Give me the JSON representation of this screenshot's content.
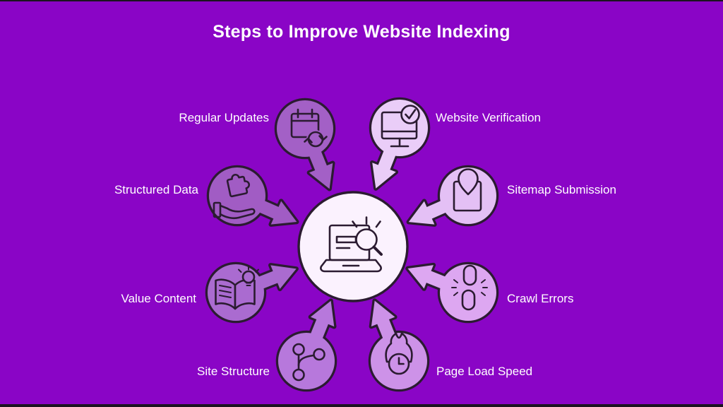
{
  "title": "Steps to Improve Website Indexing",
  "colors": {
    "background": "#8A05C6",
    "edge_bar": "#1B1420",
    "outline": "#2B1B31",
    "center_fill": "#FBF2FE",
    "label_text": "#FFFFFF"
  },
  "center": {
    "icon": "laptop-search-icon"
  },
  "nodes": [
    {
      "id": "regular-updates",
      "label": "Regular Updates",
      "icon": "calendar-refresh-icon",
      "fill": "#A360C6"
    },
    {
      "id": "website-verification",
      "label": "Website Verification",
      "icon": "monitor-check-icon",
      "fill": "#EACDF8"
    },
    {
      "id": "structured-data",
      "label": "Structured Data",
      "icon": "hand-puzzle-icon",
      "fill": "#A15CC4"
    },
    {
      "id": "sitemap-submission",
      "label": "Sitemap Submission",
      "icon": "box-location-pin-icon",
      "fill": "#E4C0F5"
    },
    {
      "id": "value-content",
      "label": "Value Content",
      "icon": "open-book-bulb-icon",
      "fill": "#AA6BD0"
    },
    {
      "id": "crawl-errors",
      "label": "Crawl Errors",
      "icon": "broken-link-icon",
      "fill": "#DDA7F1"
    },
    {
      "id": "site-structure",
      "label": "Site Structure",
      "icon": "branch-nodes-icon",
      "fill": "#B778DC"
    },
    {
      "id": "page-load-speed",
      "label": "Page Load Speed",
      "icon": "flame-clock-icon",
      "fill": "#CD92E8"
    }
  ]
}
